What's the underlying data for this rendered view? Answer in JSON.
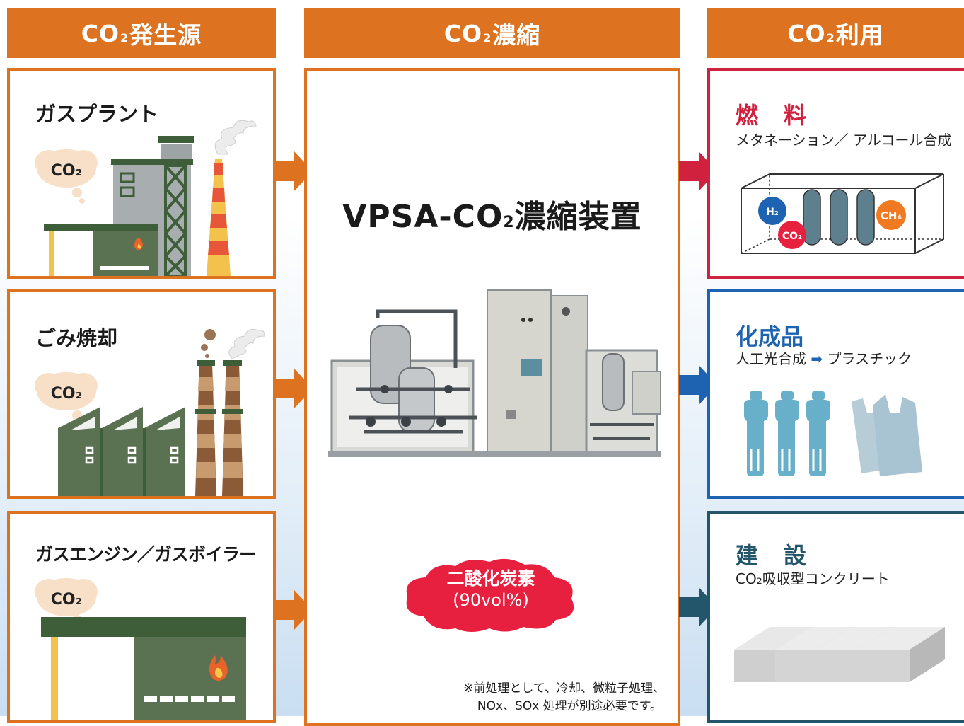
{
  "headers": {
    "source": {
      "pre": "CO",
      "sub": "2",
      "post": "発生源"
    },
    "concentrate": {
      "pre": "CO",
      "sub": "2",
      "post": "濃縮"
    },
    "use": {
      "pre": "CO",
      "sub": "2",
      "post": "利用"
    }
  },
  "sources": [
    {
      "title": "ガスプラント",
      "bubble": "CO₂"
    },
    {
      "title": "ごみ焼却",
      "bubble": "CO₂"
    },
    {
      "title": "ガスエンジン／ガスボイラー",
      "bubble": "CO₂"
    }
  ],
  "center": {
    "device_title_pre": "VPSA-CO",
    "device_title_sub": "2",
    "device_title_post": "濃縮装置",
    "cloud_line1": "二酸化炭素",
    "cloud_line2": "(90vol%)",
    "note_line1": "※前処理として、冷却、微粒子処理、",
    "note_line2": "NOx、SOx 処理が別途必要です。"
  },
  "uses": [
    {
      "title": "燃　料",
      "sub": "メタネーション／ アルコール合成",
      "color": "#d0213f",
      "molecules": {
        "h2": "H₂",
        "co2": "CO₂",
        "ch4": "CH₄"
      }
    },
    {
      "title": "化成品",
      "sub_a": "人工光合成",
      "arrow": "➡",
      "sub_b": "プラスチック",
      "color": "#1d63b1"
    },
    {
      "title": "建　設",
      "sub": "CO₂吸収型コンクリート",
      "color": "#24566b"
    }
  ],
  "colors": {
    "orange": "#dd7320",
    "red": "#d0213f",
    "blue": "#1d63b1",
    "teal": "#24566b",
    "green": "#5b7252"
  }
}
